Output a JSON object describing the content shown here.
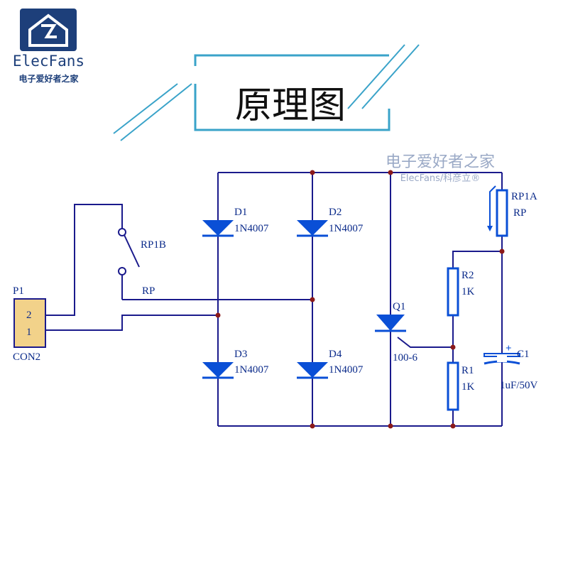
{
  "logo": {
    "brand": "ElecFans",
    "tagline": "电子爱好者之家"
  },
  "title": "原理图",
  "watermark": {
    "cn": "电子爱好者之家",
    "en": "ElecFans/科彦立®"
  },
  "components": {
    "p1": {
      "ref": "P1",
      "type": "CON2",
      "pin2": "2",
      "pin1": "1"
    },
    "rp1b": {
      "ref": "RP1B",
      "net": "RP"
    },
    "d1": {
      "ref": "D1",
      "value": "1N4007"
    },
    "d2": {
      "ref": "D2",
      "value": "1N4007"
    },
    "d3": {
      "ref": "D3",
      "value": "1N4007"
    },
    "d4": {
      "ref": "D4",
      "value": "1N4007"
    },
    "q1": {
      "ref": "Q1",
      "value": "100-6"
    },
    "rp1a": {
      "ref": "RP1A",
      "value": "RP"
    },
    "r2": {
      "ref": "R2",
      "value": "1K"
    },
    "r1": {
      "ref": "R1",
      "value": "1K"
    },
    "c1": {
      "ref": "C1",
      "value": "1uF/50V",
      "polarity": "+"
    }
  },
  "colors": {
    "wire": "#1a1a8c",
    "component": "#0a4fd6",
    "junction": "#8b1a1a",
    "label": "#0a2a8a",
    "logo": "#1d3f7a"
  }
}
